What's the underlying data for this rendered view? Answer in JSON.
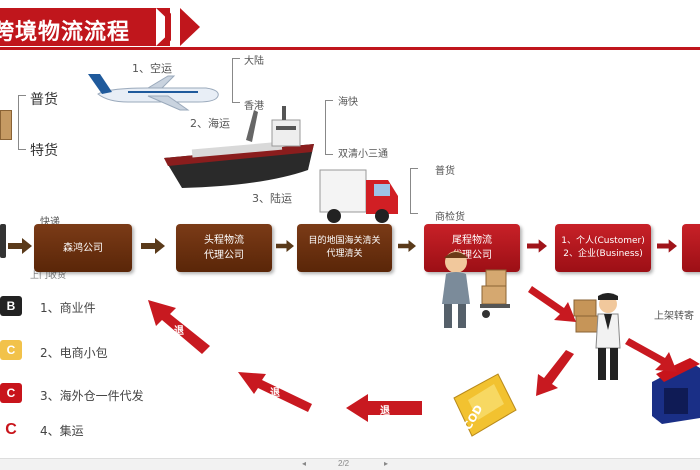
{
  "title": "跨境物流流程",
  "goods": {
    "general": "普货",
    "special": "特货"
  },
  "modes": {
    "air": {
      "label": "1、空运",
      "dest1": "大陆",
      "dest2": "香港"
    },
    "sea": {
      "label": "2、海运",
      "dest1": "海快",
      "dest2": "双清小三通"
    },
    "land": {
      "label": "3、陆运",
      "dest1": "普货",
      "dest2": "商检货"
    }
  },
  "flow": {
    "express": "快递",
    "pickup": "上门收货",
    "boxes": [
      "森鸿公司",
      "头程物流\n代理公司",
      "目的地国海关清关\n代理清关",
      "尾程物流\n代理公司",
      "1、个人(Customer)\n2、企业(Business)"
    ]
  },
  "side_list": [
    {
      "icon": "B",
      "label": "1、商业件"
    },
    {
      "icon": "C",
      "label": "2、电商小包"
    },
    {
      "icon": "C",
      "label": "3、海外仓一件代发"
    },
    {
      "icon": "C",
      "label": "4、集运"
    }
  ],
  "return_arrows": [
    "退",
    "退",
    "退"
  ],
  "shelf_label": "上架转寄",
  "cod_label": "COD",
  "pager": {
    "text": "2/2"
  },
  "colors": {
    "accent": "#c0161c",
    "box": "#6b3010"
  }
}
